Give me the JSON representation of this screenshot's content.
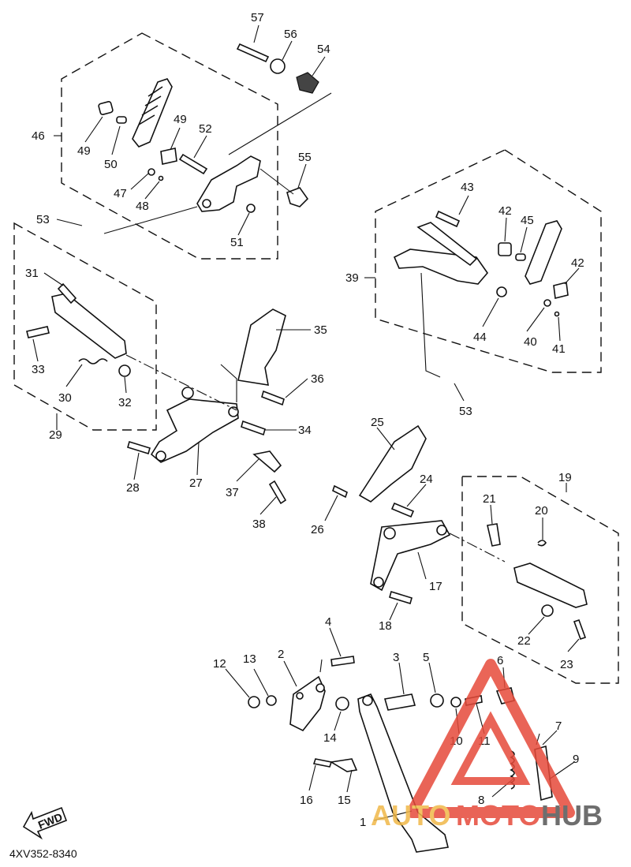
{
  "diagram": {
    "code": "4XV352-8340",
    "fwd_label": "FWD",
    "watermark": {
      "auto": "AUTO",
      "moto": "MOTO",
      "hub": "HUB",
      "color_auto": "#f0b848",
      "color_moto": "#e64a3a",
      "color_hub": "#555555"
    },
    "callouts": [
      "1",
      "2",
      "3",
      "4",
      "5",
      "6",
      "7",
      "8",
      "9",
      "10",
      "11",
      "12",
      "13",
      "14",
      "15",
      "16",
      "17",
      "18",
      "19",
      "20",
      "21",
      "22",
      "23",
      "24",
      "25",
      "26",
      "27",
      "28",
      "29",
      "30",
      "31",
      "32",
      "33",
      "34",
      "35",
      "36",
      "37",
      "38",
      "39",
      "40",
      "41",
      "42",
      "43",
      "44",
      "45",
      "46",
      "47",
      "48",
      "49",
      "50",
      "51",
      "52",
      "53",
      "54",
      "55",
      "56",
      "57"
    ],
    "extra": {
      "label_42b": "42",
      "label_49b": "49",
      "label_53b": "53"
    }
  }
}
